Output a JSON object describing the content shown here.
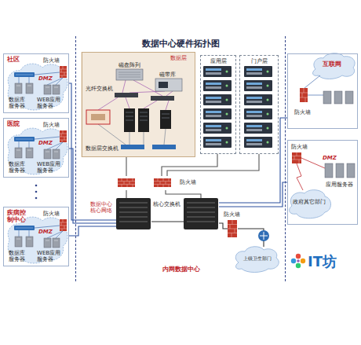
{
  "diagram": {
    "title": "数据中心硬件拓扑图",
    "nodes": [
      {
        "text": [
          "社区",
          "防火墙",
          "DMZ",
          "数据库服务器",
          "WEB应用服务器"
        ]
      },
      {
        "text": [
          "医院",
          "防火墙",
          "DMZ",
          "数据库服务器",
          "WEB应用服务器"
        ]
      },
      {
        "text": [
          "疾病控制中心",
          "防火墙",
          "DMZ",
          "数据库服务器",
          "WEB应用服务器"
        ]
      },
      {
        "text": [
          "内网数据中心"
        ]
      },
      {
        "text": [
          "数据层",
          "磁盘阵列",
          "磁带库",
          "光纤交换机",
          "数据层交换机"
        ],
        "in": 3
      },
      {
        "text": [
          "应用层"
        ],
        "in": 3
      },
      {
        "text": [
          "门户层"
        ],
        "in": 3
      },
      {
        "text": [
          "防火墙"
        ],
        "in": 3
      },
      {
        "text": [
          "数据中心核心网络"
        ],
        "in": 3
      },
      {
        "text": [
          "核心交换机"
        ],
        "in": 3
      },
      {
        "text": [
          "防火墙"
        ],
        "in": 3
      },
      {
        "text": [
          "上级卫生部门"
        ],
        "in": 3
      },
      {
        "text": [
          "互联网",
          "防火墙"
        ]
      },
      {
        "text": [
          "防火墙",
          "DMZ",
          "政府其它部门",
          "应用服务器"
        ]
      }
    ],
    "edges": [
      {
        "from": 0,
        "to": 8,
        "arrow": "none"
      },
      {
        "from": 1,
        "to": 8,
        "arrow": "none"
      },
      {
        "from": 2,
        "to": 8,
        "arrow": "none"
      },
      {
        "from": 12,
        "to": 9,
        "arrow": "none"
      },
      {
        "from": 13,
        "to": 9,
        "arrow": "none"
      },
      {
        "from": 8,
        "to": 9,
        "arrow": "none"
      },
      {
        "from": 8,
        "to": 7,
        "arrow": "none"
      },
      {
        "from": 9,
        "to": 7,
        "arrow": "none"
      },
      {
        "from": 7,
        "to": 4,
        "arrow": "none"
      },
      {
        "from": 7,
        "to": 5,
        "arrow": "none"
      },
      {
        "from": 7,
        "to": 6,
        "arrow": "none"
      },
      {
        "from": 9,
        "to": 10,
        "arrow": "none"
      },
      {
        "from": 10,
        "to": 11,
        "arrow": "none"
      }
    ],
    "labels": [
      "IT坊"
    ]
  }
}
